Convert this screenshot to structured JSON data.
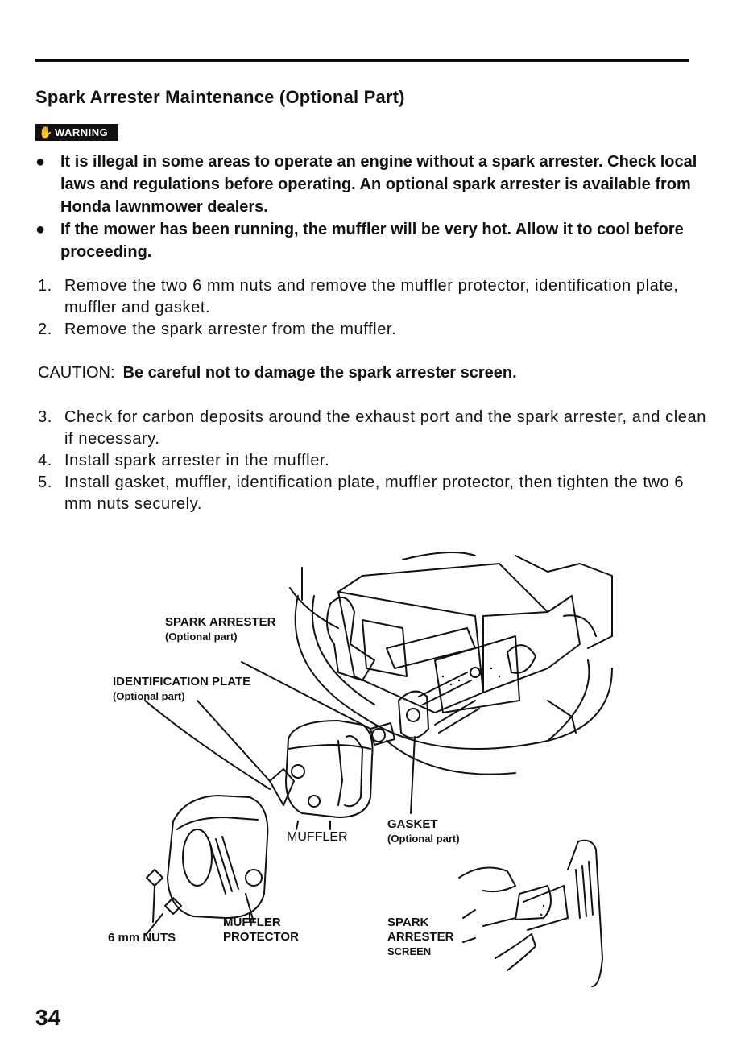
{
  "section": {
    "title": "Spark Arrester Maintenance (Optional Part)",
    "warning_label": "WARNING"
  },
  "warnings": [
    "It is illegal in some areas to operate an engine without a spark arrester. Check local laws and regulations before operating. An optional spark arrester is available from Honda lawnmower dealers.",
    "If the mower has been running, the muffler will be very hot. Allow it to cool before proceeding."
  ],
  "steps_a": [
    {
      "num": "1.",
      "text": "Remove the two 6 mm nuts and remove the muffler protector, identification plate, muffler and gasket."
    },
    {
      "num": "2.",
      "text": "Remove the spark arrester from the muffler."
    }
  ],
  "caution": {
    "label": "CAUTION:",
    "text": "Be careful not to damage the spark arrester screen."
  },
  "steps_b": [
    {
      "num": "3.",
      "text": "Check for carbon deposits around the exhaust port and the spark arrester, and clean if necessary."
    },
    {
      "num": "4.",
      "text": "Install spark arrester in the muffler."
    },
    {
      "num": "5.",
      "text": "Install gasket, muffler, identification plate, muffler protector, then tighten the two 6 mm nuts securely."
    }
  ],
  "diagram_labels": {
    "spark_arrester": "SPARK ARRESTER",
    "spark_arrester_sub": "(Optional part)",
    "identification_plate": "IDENTIFICATION PLATE",
    "identification_plate_sub": "(Optional part)",
    "muffler": "MUFFLER",
    "gasket": "GASKET",
    "gasket_sub": "(Optional part)",
    "nuts": "6 mm NUTS",
    "muffler_protector_1": "MUFFLER",
    "muffler_protector_2": "PROTECTOR",
    "screen_1": "SPARK",
    "screen_2": "ARRESTER",
    "screen_3": "SCREEN"
  },
  "page_number": "34"
}
